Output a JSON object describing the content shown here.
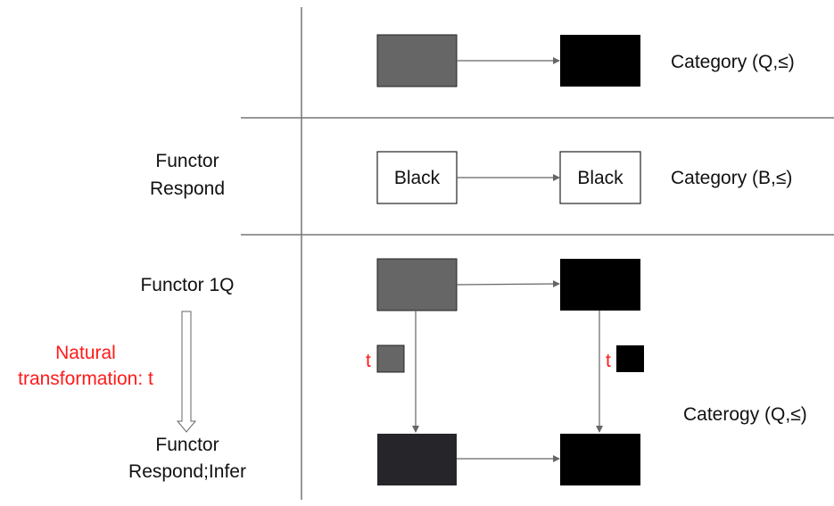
{
  "row1": {
    "category_label": "Category (Q,≤)"
  },
  "row2": {
    "functor_line1": "Functor",
    "functor_line2": "Respond",
    "box_left": "Black",
    "box_right": "Black",
    "category_label": "Category (B,≤)"
  },
  "row3": {
    "functor_top": "Functor 1Q",
    "nat_line1": "Natural",
    "nat_line2": "transformation: t",
    "functor_bottom_line1": "Functor",
    "functor_bottom_line2": "Respond;Infer",
    "t_left": "t",
    "t_right": "t",
    "category_label": "Caterogy (Q,≤)"
  },
  "colors": {
    "grey_box": "#666666",
    "black_box": "#000000",
    "dark_box": "#26262a",
    "red": "#ff1a1a",
    "line": "#777777"
  }
}
